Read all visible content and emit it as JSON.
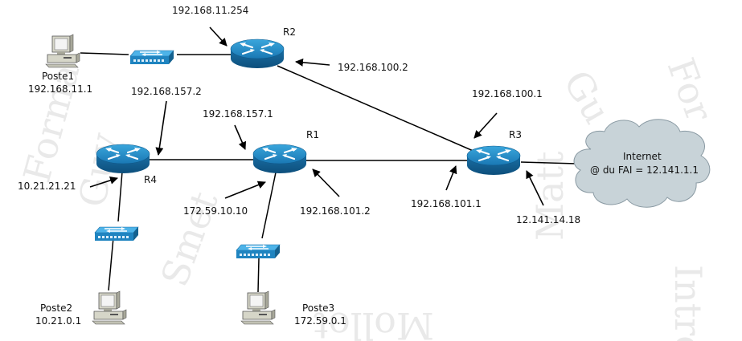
{
  "routers": {
    "r1": "R1",
    "r2": "R2",
    "r3": "R3",
    "r4": "R4"
  },
  "hosts": {
    "poste1": {
      "name": "Poste1",
      "ip": "192.168.11.1"
    },
    "poste2": {
      "name": "Poste2",
      "ip": "10.21.0.1"
    },
    "poste3": {
      "name": "Poste3",
      "ip": "172.59.0.1"
    }
  },
  "internet": {
    "name": "Internet",
    "fai": "@ du FAI = 12.141.1.1"
  },
  "addresses": {
    "r2_lan": "192.168.11.254",
    "r2_wan": "192.168.100.2",
    "r4_top": "192.168.157.2",
    "r1_top": "192.168.157.1",
    "r3_top": "192.168.100.1",
    "r4_lan": "10.21.21.21",
    "r1_lan": "172.59.10.10",
    "r1_right": "192.168.101.2",
    "r3_left": "192.168.101.1",
    "r3_wan": "12.141.14.18"
  },
  "colors": {
    "router": "#1f88c2",
    "switch": "#2a8fcf",
    "cloud": "#c8d3d8",
    "line": "#000000"
  }
}
